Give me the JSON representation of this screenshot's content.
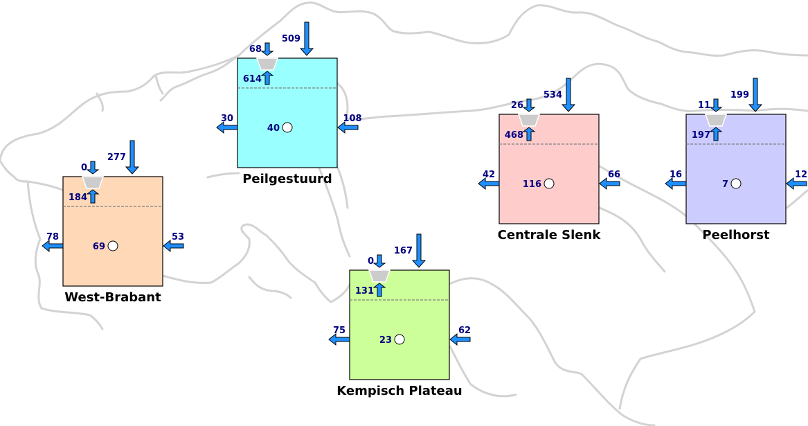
{
  "regions": [
    {
      "name": "West-Brabant",
      "fill": "#fed8b7",
      "top_in": "0",
      "precip": "277",
      "upward": "184",
      "left_out": "78",
      "right_in": "53",
      "center": "69"
    },
    {
      "name": "Peilgestuurd",
      "fill": "#99ffff",
      "top_in": "68",
      "precip": "509",
      "upward": "614",
      "left_out": "30",
      "right_in": "108",
      "center": "40"
    },
    {
      "name": "Kempisch Plateau",
      "fill": "#ccff99",
      "top_in": "0",
      "precip": "167",
      "upward": "131",
      "left_out": "75",
      "right_in": "62",
      "center": "23"
    },
    {
      "name": "Centrale Slenk",
      "fill": "#ffcccc",
      "top_in": "26",
      "precip": "534",
      "upward": "468",
      "left_out": "42",
      "right_in": "66",
      "center": "116"
    },
    {
      "name": "Peelhorst",
      "fill": "#ccccff",
      "top_in": "11",
      "precip": "199",
      "upward": "197",
      "left_out": "16",
      "right_in": "12",
      "center": "7"
    }
  ],
  "colors": {
    "arrow": "#1e8fff",
    "map_outline": "#d3d3d3",
    "number": "#000080",
    "dashed_line": "#808080"
  }
}
